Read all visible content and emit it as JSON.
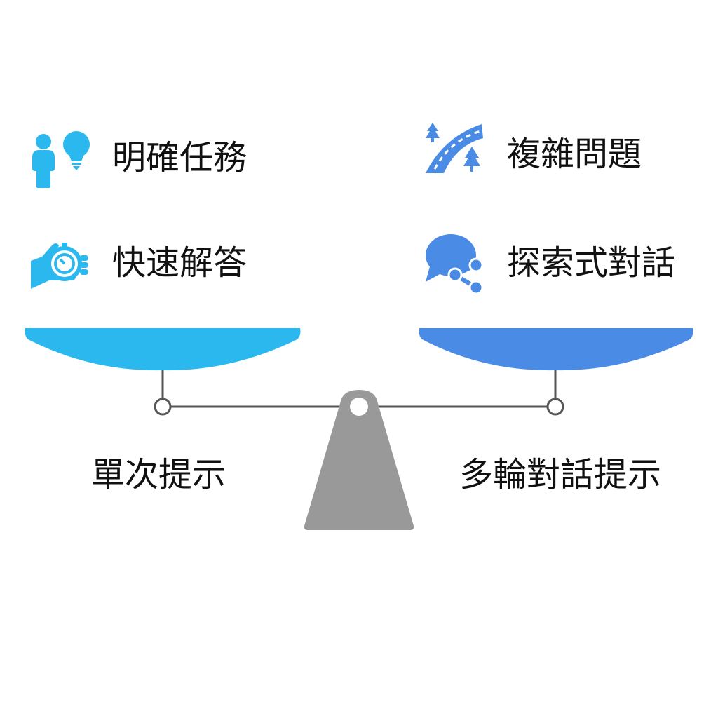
{
  "left_side": {
    "items": [
      {
        "icon": "person-lightbulb-icon",
        "label": "明確任務"
      },
      {
        "icon": "hand-stopwatch-icon",
        "label": "快速解答"
      }
    ],
    "label": "單次提示",
    "color": "#2bb8ee"
  },
  "right_side": {
    "items": [
      {
        "icon": "winding-road-trees-icon",
        "label": "複雜問題"
      },
      {
        "icon": "chat-bubble-share-icon",
        "label": "探索式對話"
      }
    ],
    "label": "多輪對話提示",
    "color": "#4a8be6"
  },
  "scale": {
    "beam_color": "#555555",
    "fulcrum_color": "#999999"
  }
}
